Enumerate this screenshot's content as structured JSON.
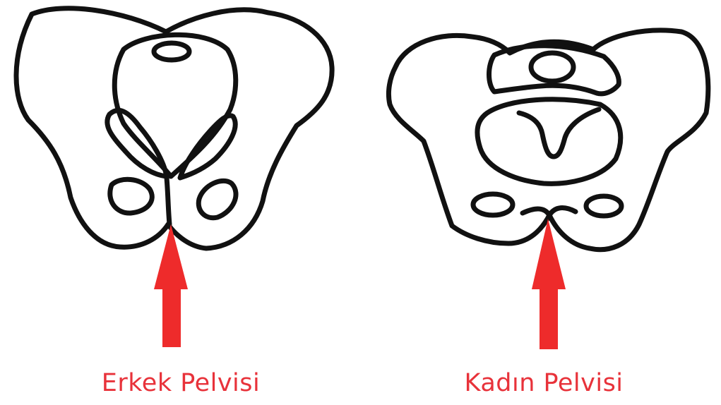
{
  "colors": {
    "outline": "#111111",
    "arrow": "#ee2b2b",
    "label": "#e8323a",
    "background": "#ffffff"
  },
  "panels": [
    {
      "id": "male",
      "label": "Erkek Pelvisi",
      "arrow_icon": "up-arrow-icon"
    },
    {
      "id": "female",
      "label": "Kadın Pelvisi",
      "arrow_icon": "up-arrow-icon"
    }
  ]
}
